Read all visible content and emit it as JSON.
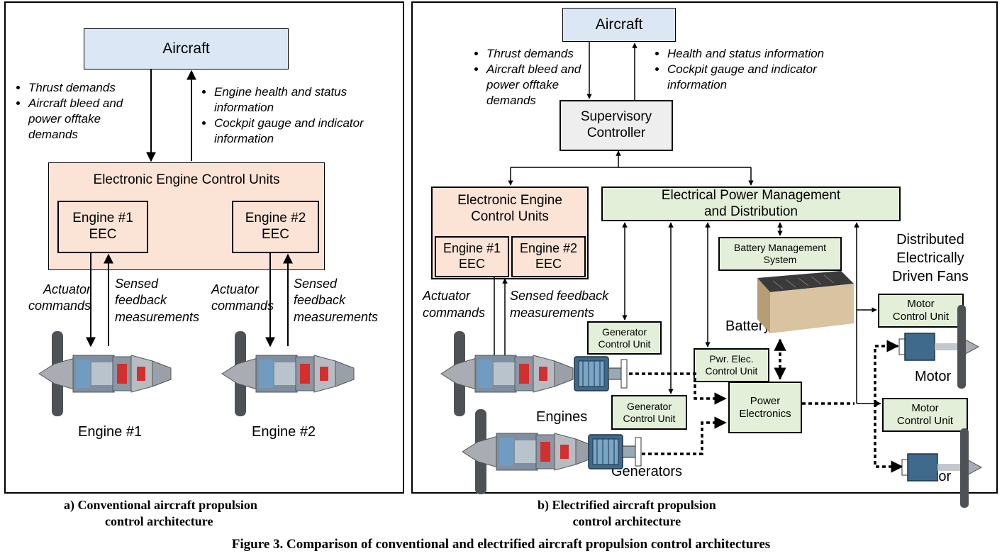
{
  "left": {
    "aircraft": "Aircraft",
    "down_bullets": [
      "Thrust demands",
      "Aircraft bleed and power offtake demands"
    ],
    "up_bullets": [
      "Engine health and status information",
      "Cockpit gauge and indicator information"
    ],
    "eecu_title": "Electronic Engine Control Units",
    "eec1": [
      "Engine #1",
      "EEC"
    ],
    "eec2": [
      "Engine #2",
      "EEC"
    ],
    "actuator": [
      "Actuator",
      "commands"
    ],
    "sensed": [
      "Sensed",
      "feedback",
      "measurements"
    ],
    "engine1": "Engine #1",
    "engine2": "Engine #2"
  },
  "right": {
    "aircraft": "Aircraft",
    "down_bullets": [
      "Thrust demands",
      "Aircraft bleed and power offtake demands"
    ],
    "up_bullets": [
      "Health and status information",
      "Cockpit gauge and indicator information"
    ],
    "supervisory": [
      "Supervisory",
      "Controller"
    ],
    "eecu": [
      "Electronic Engine",
      "Control Units"
    ],
    "eec1": [
      "Engine #1",
      "EEC"
    ],
    "eec2": [
      "Engine #2",
      "EEC"
    ],
    "epmd": [
      "Electrical Power Management",
      "and Distribution"
    ],
    "bms": [
      "Battery Management",
      "System"
    ],
    "battery": "Battery",
    "dist_fans": [
      "Distributed",
      "Electrically",
      "Driven Fans"
    ],
    "motor_cu": [
      "Motor",
      "Control Unit"
    ],
    "motor": "Motor",
    "gen_cu": [
      "Generator",
      "Control Unit"
    ],
    "pwr_elec_cu": [
      "Pwr. Elec.",
      "Control Unit"
    ],
    "power_electronics": [
      "Power",
      "Electronics"
    ],
    "engines": "Engines",
    "generators": "Generators",
    "actuator": "Actuator commands",
    "sensed": [
      "Sensed feedback",
      "measurements"
    ]
  },
  "captions": {
    "a": [
      "a)  Conventional aircraft propulsion",
      "control architecture"
    ],
    "b": [
      "b) Electrified aircraft propulsion",
      "control architecture"
    ],
    "figure": "Figure 3. Comparison of conventional and electrified aircraft propulsion control architectures"
  }
}
